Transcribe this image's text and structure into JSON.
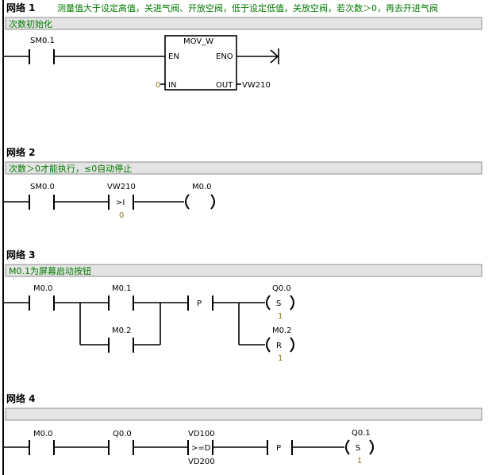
{
  "networks": [
    {
      "title": "网络 1",
      "title_comment": "测量值大于设定高值，关进气阀、开放空阀，低于设定低值，关放空阀，若次数＞0，再去开进气阀",
      "comment": "次数初始化",
      "contact": "SM0.1",
      "box": {
        "name": "MOV_W",
        "en": "EN",
        "eno": "ENO",
        "in": "IN",
        "out": "OUT",
        "in_value": "0",
        "out_value": "VW210"
      }
    },
    {
      "title": "网络 2",
      "comment": "次数＞0才能执行，≤0自动停止",
      "contact": "SM0.0",
      "compare": {
        "operand1": "VW210",
        "op": ">I",
        "operand2": "0"
      },
      "coil": "M0.0"
    },
    {
      "title": "网络 3",
      "comment": "M0.1为屏幕启动按钮",
      "contacts": [
        "M0.0",
        "M0.1",
        "M0.2"
      ],
      "p_label": "P",
      "coils": [
        {
          "address": "Q0.0",
          "type": "S",
          "count": "1"
        },
        {
          "address": "M0.2",
          "type": "R",
          "count": "1"
        }
      ]
    },
    {
      "title": "网络 4",
      "comment": "",
      "contacts": [
        "M0.0",
        "Q0.0"
      ],
      "compare": {
        "operand1": "VD100",
        "op": ">=D",
        "operand2": "VD200"
      },
      "p_label": "P",
      "coil": {
        "address": "Q0.1",
        "type": "S",
        "count": "1"
      }
    }
  ]
}
